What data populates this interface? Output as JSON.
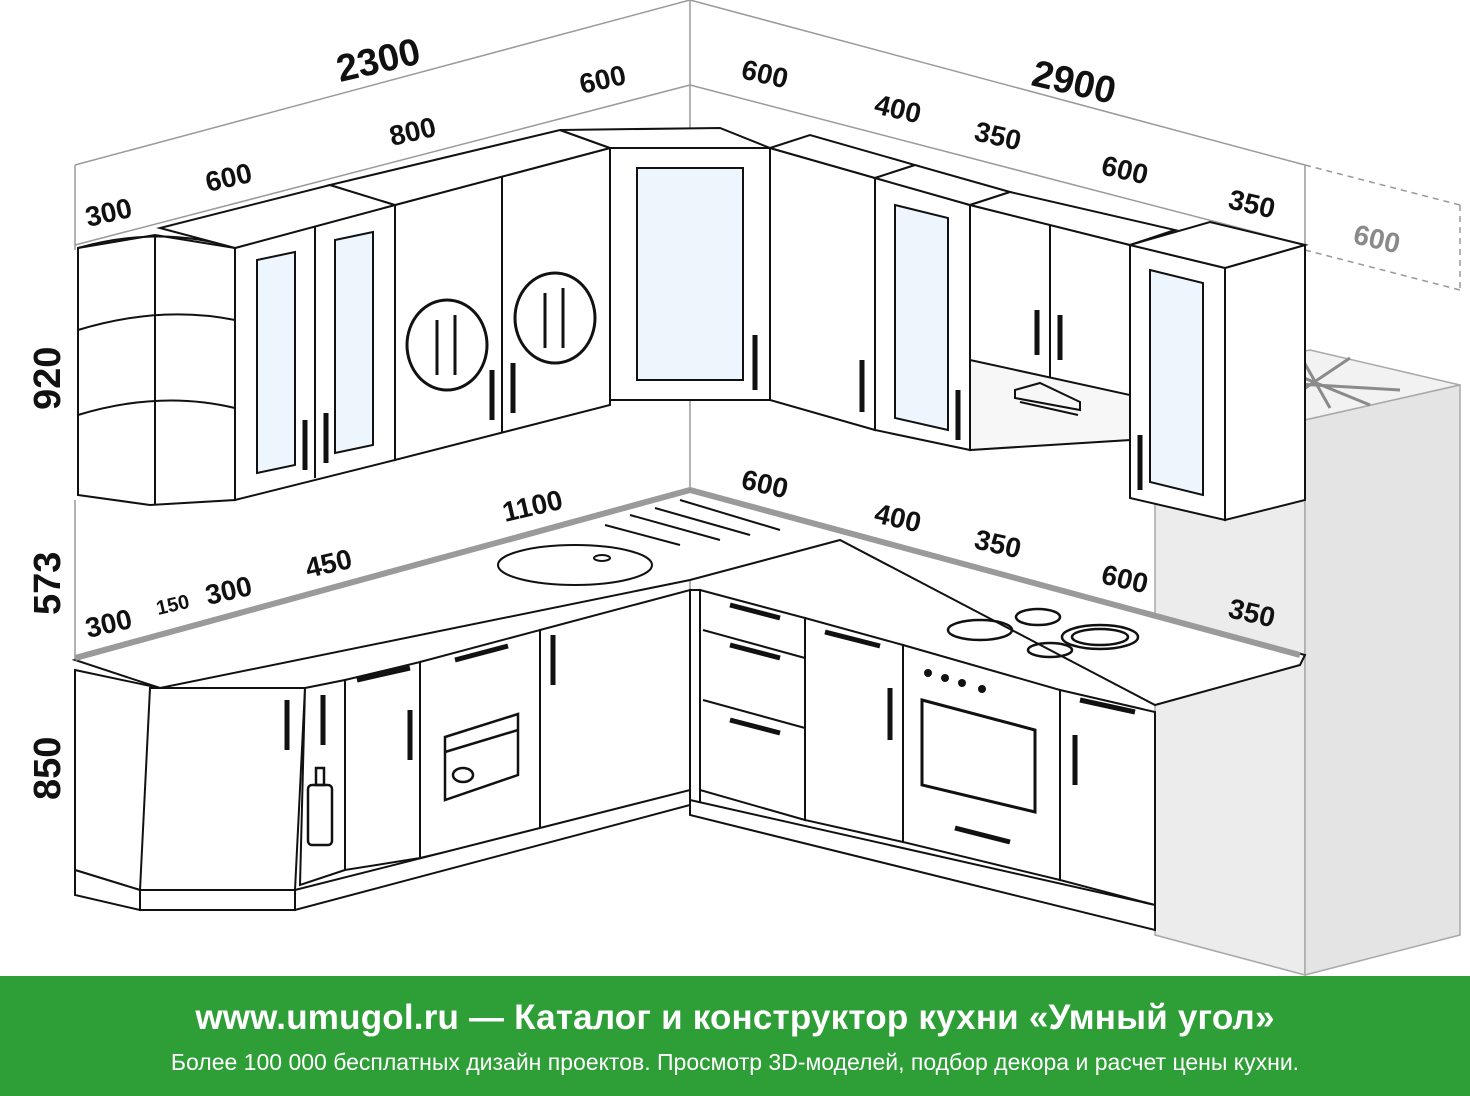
{
  "dimensions": {
    "top_left_total": "2300",
    "top_right_total": "2900",
    "upper_left": [
      "300",
      "600",
      "800",
      "600"
    ],
    "upper_right": [
      "600",
      "400",
      "350",
      "600",
      "350"
    ],
    "fridge_top": "600",
    "height_upper": "920",
    "height_middle": "573",
    "height_lower": "850",
    "counter_left": [
      "300",
      "150",
      "300",
      "450",
      "1100"
    ],
    "counter_right": [
      "600",
      "400",
      "350",
      "600",
      "350"
    ]
  },
  "banner": {
    "title": "www.umugol.ru — Каталог и конструктор кухни «Умный угол»",
    "subtitle": "Более 100 000 бесплатных дизайн проектов. Просмотр 3D-моделей, подбор декора и расчет цены кухни."
  },
  "colors": {
    "banner": "#2e9e37",
    "line": "#111111",
    "grey": "#9a9a9a",
    "glass": "#eef6fd"
  }
}
